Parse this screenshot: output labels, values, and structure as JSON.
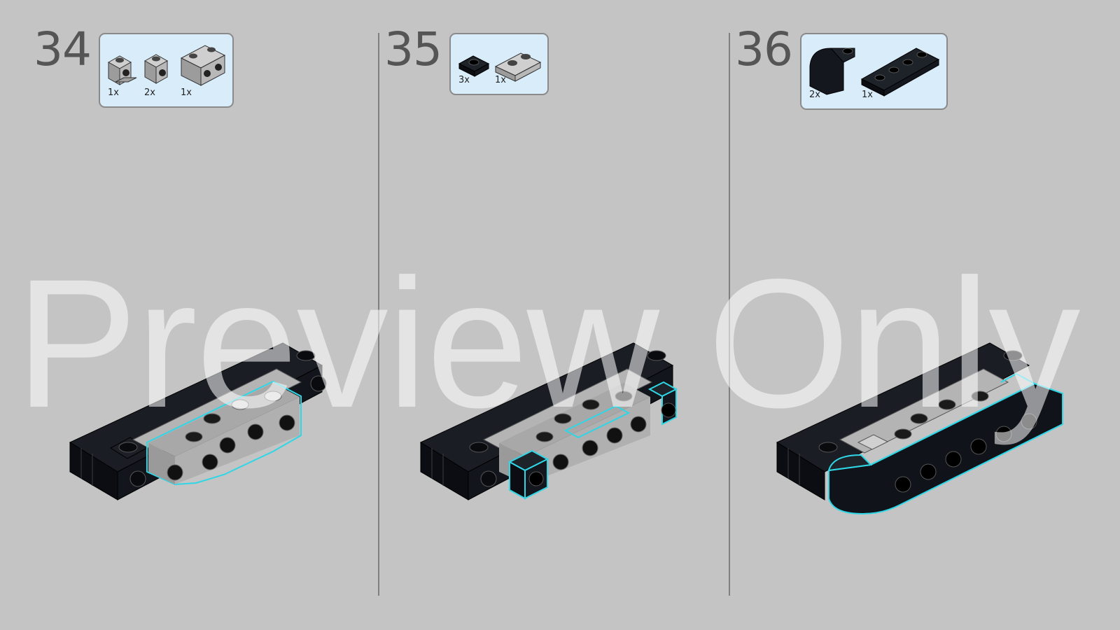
{
  "watermark": "Preview Only",
  "steps": [
    {
      "number": "34",
      "parts": [
        {
          "qty": "1x"
        },
        {
          "qty": "2x"
        },
        {
          "qty": "1x"
        }
      ]
    },
    {
      "number": "35",
      "parts": [
        {
          "qty": "3x"
        },
        {
          "qty": "1x"
        }
      ]
    },
    {
      "number": "36",
      "parts": [
        {
          "qty": "2x"
        },
        {
          "qty": "1x"
        }
      ]
    }
  ],
  "colors": {
    "background": "#c4c4c4",
    "callout_fill": "#d9ecf9",
    "black_brick": "#0e1117",
    "light_gray_brick": "#a6a6a6",
    "new_part_outline": "#2fd6e6"
  }
}
